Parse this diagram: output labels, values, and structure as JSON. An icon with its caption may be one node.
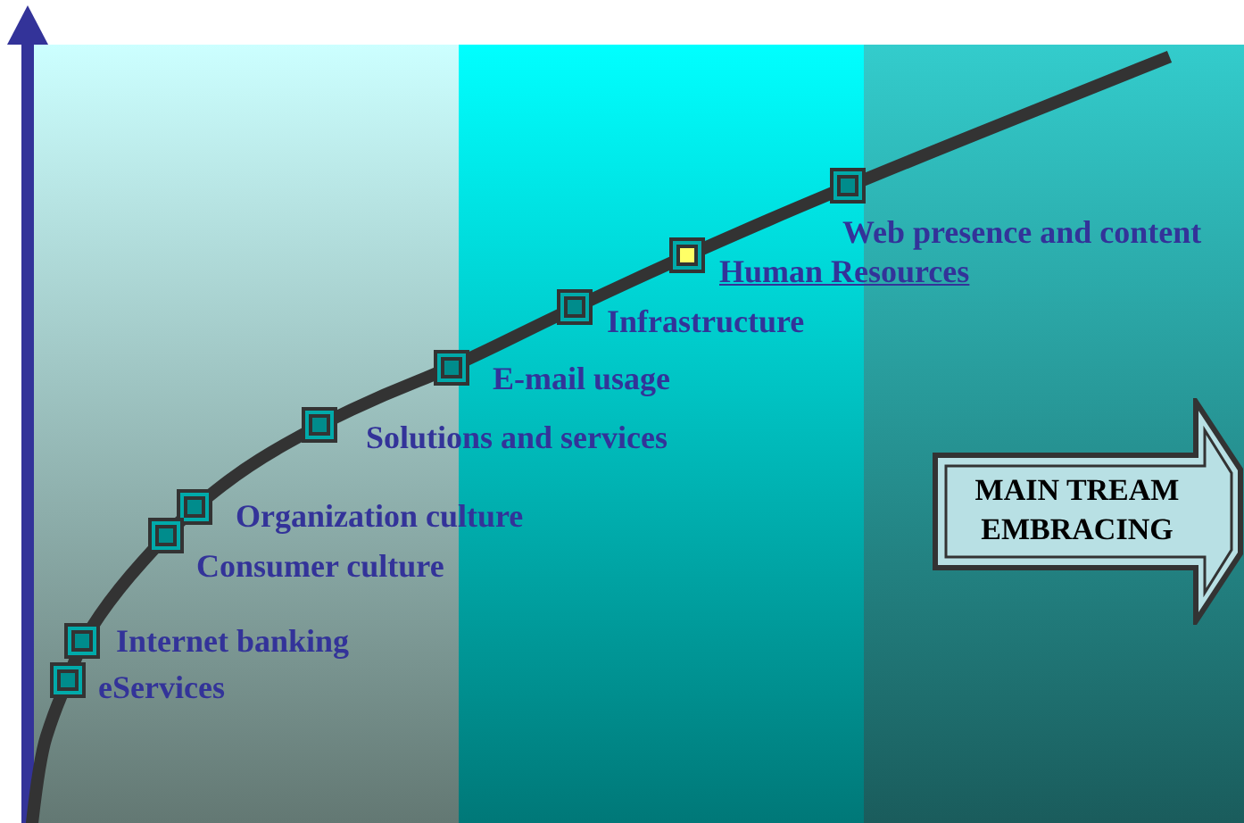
{
  "diagram": {
    "nodes": [
      {
        "text": [
          "MAIN TREAM EMBRACING"
        ]
      }
    ],
    "labels": [
      "Web presence and content",
      "Human Resources",
      "Infrastructure",
      "E-mail usage",
      "Solutions and services",
      "Organization culture",
      "Consumer culture",
      "Internet banking",
      "eServices"
    ]
  }
}
